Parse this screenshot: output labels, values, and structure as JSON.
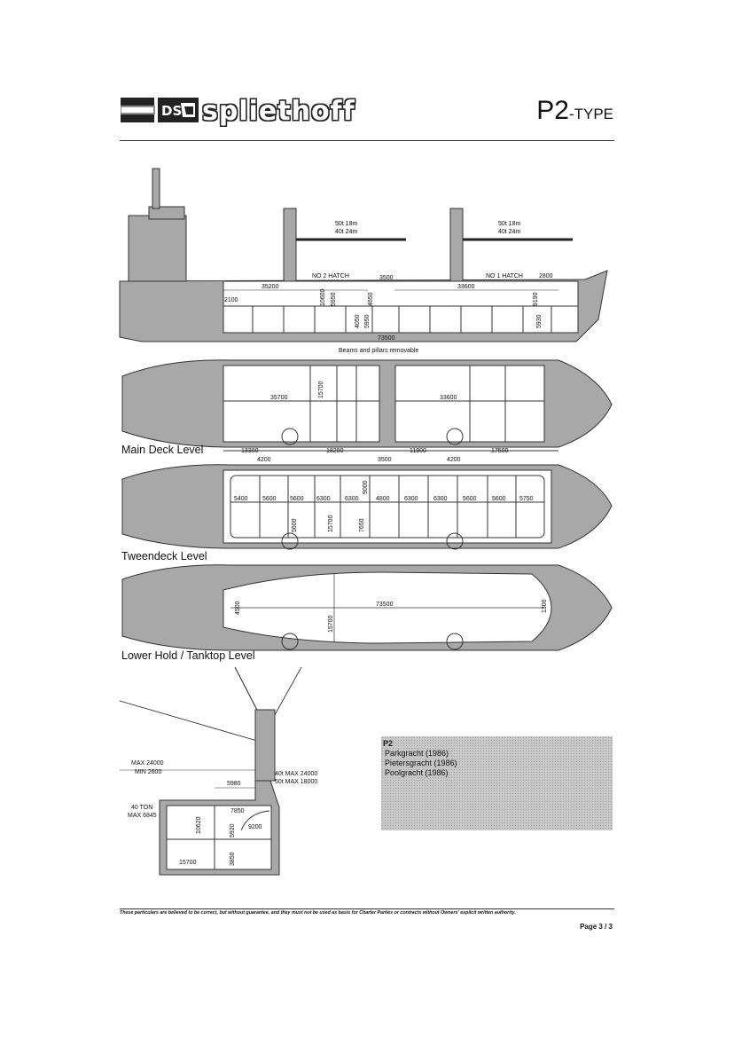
{
  "header": {
    "brand": "spliethoff",
    "type_main": "P2",
    "type_suffix": "-TYPE"
  },
  "profile": {
    "crane_aft": [
      "50t 18m",
      "40t 24m"
    ],
    "crane_fwd": [
      "50t 18m",
      "40t 24m"
    ],
    "hatch_aft": "NO 2 HATCH",
    "hatch_fwd": "NO 1 HATCH",
    "dims": [
      "35200",
      "3500",
      "33600",
      "2800",
      "2100",
      "10600",
      "5950",
      "4650",
      "4050",
      "5950",
      "9190",
      "5930"
    ],
    "total_length": "73500",
    "note": "Beams and pillars removable"
  },
  "main_deck": {
    "label": "Main Deck Level",
    "dims": [
      "35700",
      "15700",
      "33600",
      "13300",
      "18200",
      "11900",
      "17500",
      "4200",
      "3500",
      "4200"
    ]
  },
  "tweendeck": {
    "label": "Tweendeck Level",
    "bays": [
      "5400",
      "5600",
      "5600",
      "6300",
      "6300",
      "4800",
      "6300",
      "6300",
      "5600",
      "5600",
      "5750"
    ],
    "dims": [
      "9000",
      "5600",
      "15700",
      "7650"
    ]
  },
  "lower_hold": {
    "label": "Lower Hold / Tanktop Level",
    "dims": [
      "73500",
      "4500",
      "15700",
      "1300"
    ]
  },
  "section": {
    "reach_labels": [
      "MAX 24000",
      "MIN 2600"
    ],
    "dim_5980": "5980",
    "load_labels": [
      "40t MAX 24000",
      "50t MAX 18000"
    ],
    "ton_labels": [
      "40 TON",
      "MAX 6845"
    ],
    "dims": [
      "7850",
      "9200",
      "10620",
      "5920",
      "3850",
      "15700"
    ]
  },
  "legend": {
    "title": "P2",
    "items": [
      "Parkgracht (1986)",
      "Pietersgracht (1986)",
      "Poolgracht (1986)"
    ]
  },
  "footer": {
    "disclaimer": "These particulars are believed to be correct, but without guarantee, and they must not be used as basis for Charter Parties or contracts without Owners' explicit written authority.",
    "page": "Page 3 / 3"
  },
  "colors": {
    "hull_fill": "#a8a8a8",
    "hold_fill": "#ffffff",
    "legend_fill": "#c8c8c8"
  }
}
